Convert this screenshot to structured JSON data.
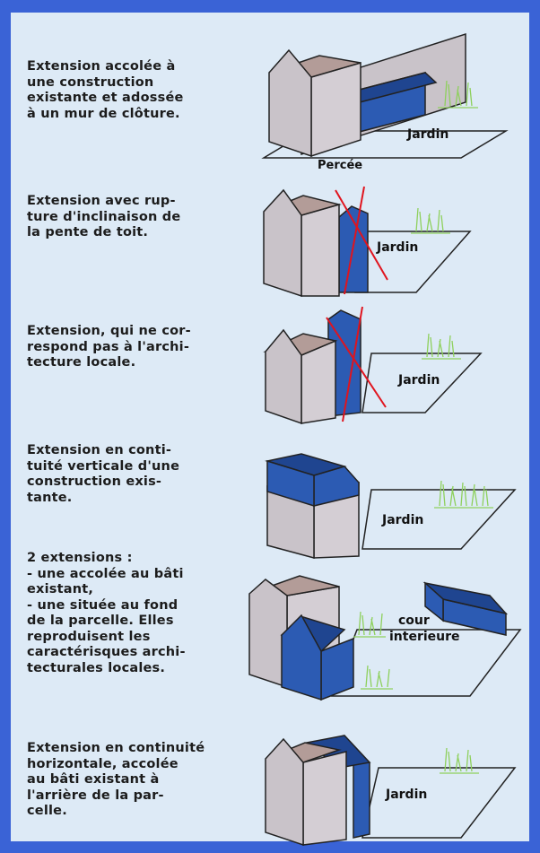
{
  "colors": {
    "frame": "#3a63d6",
    "panel": "#ddeaf6",
    "existing_wall": "#c9c3c9",
    "existing_roof": "#b39c98",
    "extension": "#2c5bb3",
    "extension_dark": "#1f4590",
    "forbidden_cross": "#e0141e",
    "grass": "#8ed05c"
  },
  "rows": [
    {
      "text": "Extension accolée à\nune construction\nexistante et adossée\nà un mur de clôture.",
      "labels": {
        "garden": "Jardin",
        "opening": "Percée"
      }
    },
    {
      "text": "Extension avec rup-\nture d'inclinaison de\nla pente de toit.",
      "labels": {
        "garden": "Jardin"
      }
    },
    {
      "text": "Extension, qui ne cor-\nrespond pas à l'archi-\ntecture locale.",
      "labels": {
        "garden": "Jardin"
      }
    },
    {
      "text": "Extension en conti-\ntuité verticale d'une\nconstruction exis-\ntante.",
      "labels": {
        "garden": "Jardin"
      }
    },
    {
      "text": "2 extensions :\n- une accolée au bâti\nexistant,\n- une située au fond\nde la parcelle. Elles\nreproduisent les\ncaractérisques archi-\ntecturales locales.",
      "labels": {
        "courtyard": "cour\ninterieure"
      }
    },
    {
      "text": "Extension en continuité\nhorizontale, accolée\nau bâti existant à\nl'arrière de la par-\ncelle.",
      "labels": {
        "garden": "Jardin"
      }
    }
  ]
}
